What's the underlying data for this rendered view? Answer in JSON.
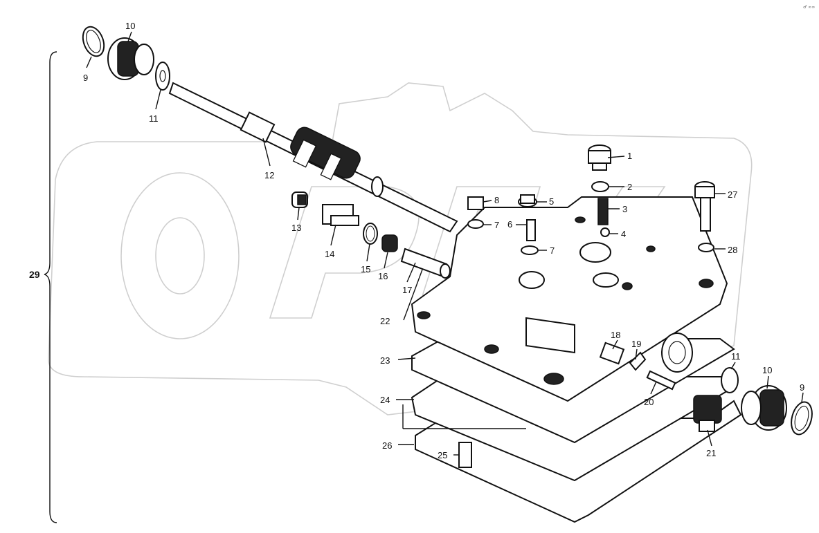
{
  "diagram": {
    "assembly_label": "29",
    "corner_mark": "♂ ∞∞",
    "callouts": [
      {
        "id": "c1",
        "text": "1"
      },
      {
        "id": "c2",
        "text": "2"
      },
      {
        "id": "c3",
        "text": "3"
      },
      {
        "id": "c4",
        "text": "4"
      },
      {
        "id": "c5",
        "text": "5"
      },
      {
        "id": "c6",
        "text": "6"
      },
      {
        "id": "c7a",
        "text": "7"
      },
      {
        "id": "c7b",
        "text": "7"
      },
      {
        "id": "c8",
        "text": "8"
      },
      {
        "id": "c9a",
        "text": "9"
      },
      {
        "id": "c9b",
        "text": "9"
      },
      {
        "id": "c10a",
        "text": "10"
      },
      {
        "id": "c10b",
        "text": "10"
      },
      {
        "id": "c11a",
        "text": "11"
      },
      {
        "id": "c11b",
        "text": "11"
      },
      {
        "id": "c12",
        "text": "12"
      },
      {
        "id": "c13",
        "text": "13"
      },
      {
        "id": "c14",
        "text": "14"
      },
      {
        "id": "c15",
        "text": "15"
      },
      {
        "id": "c16",
        "text": "16"
      },
      {
        "id": "c17",
        "text": "17"
      },
      {
        "id": "c18",
        "text": "18"
      },
      {
        "id": "c19",
        "text": "19"
      },
      {
        "id": "c20",
        "text": "20"
      },
      {
        "id": "c21",
        "text": "21"
      },
      {
        "id": "c22",
        "text": "22"
      },
      {
        "id": "c23",
        "text": "23"
      },
      {
        "id": "c24",
        "text": "24"
      },
      {
        "id": "c25",
        "text": "25"
      },
      {
        "id": "c26",
        "text": "26"
      },
      {
        "id": "c27",
        "text": "27"
      },
      {
        "id": "c28",
        "text": "28"
      }
    ]
  }
}
